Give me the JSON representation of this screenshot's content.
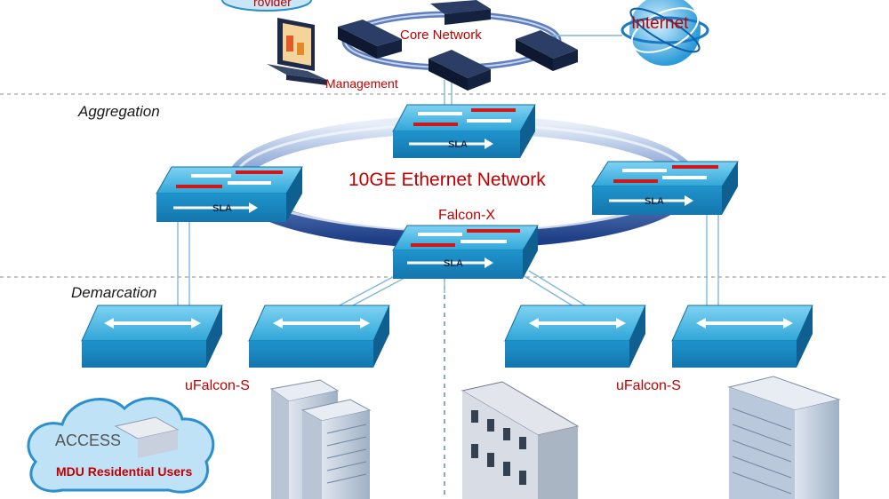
{
  "labels": {
    "provider": "rovider",
    "core_network": "Core Network",
    "internet": "Internet",
    "management": "Management",
    "aggregation": "Aggregation",
    "ring_network": "10GE Ethernet Network",
    "falcon_x": "Falcon-X",
    "demarcation": "Demarcation",
    "ufalcon_left": "uFalcon-S",
    "ufalcon_right": "uFalcon-S",
    "access": "ACCESS",
    "mdu_users": "MDU Residential Users"
  },
  "switch_badge": "SLA",
  "colors": {
    "switch_top": "#3fb3e0",
    "switch_side": "#1a86c0",
    "label_red": "#c00000",
    "ring_blue": "#2a4e9a",
    "arrow_red": "#d01818"
  },
  "icons": {
    "core_switch": "router-icon",
    "internet": "globe-icon",
    "management": "computer-icon",
    "aggregation_switch": "sla-switch-icon",
    "demarcation_switch": "switch-icon",
    "building": "building-icon",
    "cloud": "cloud-icon"
  }
}
